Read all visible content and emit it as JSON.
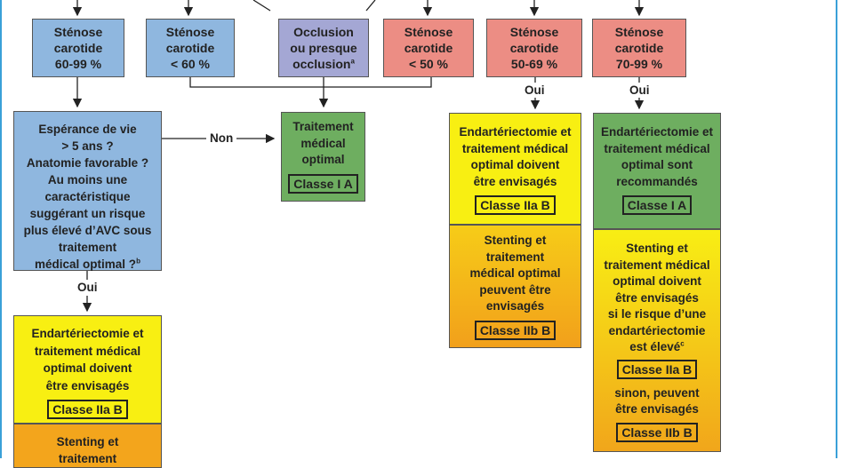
{
  "boxes": {
    "stenose_60_99": "Sténose\ncarotide\n60-99 %",
    "stenose_lt60": "Sténose\ncarotide\n< 60 %",
    "occlusion": "Occlusion\nou presque\nocclusion",
    "occlusion_sup": "a",
    "stenose_lt50": "Sténose\ncarotide\n< 50 %",
    "stenose_50_69": "Sténose\ncarotide\n50-69 %",
    "stenose_70_99": "Sténose\ncarotide\n70-99 %",
    "esperance": "Espérance de vie\n> 5 ans ?\nAnatomie favorable ?\nAu moins une\ncaractéristique\nsuggérant un risque\nplus élevé d’AVC sous\ntraitement\nmédical optimal ?",
    "esperance_sup": "b",
    "traitement_medical": "Traitement\nmédical\noptimal",
    "traitement_classe": "Classe I A",
    "endart_left": "Endartériectomie et\ntraitement médical\noptimal doivent\nêtre envisagés",
    "endart_left_classe": "Classe IIa B",
    "stenting_left": "Stenting et\ntraitement",
    "endart_mid": "Endartériectomie et\ntraitement médical\noptimal doivent\nêtre envisagés",
    "endart_mid_classe": "Classe IIa B",
    "stenting_mid": "Stenting et\ntraitement\nmédical optimal\npeuvent être\nenvisagés",
    "stenting_mid_classe": "Classe IIb B",
    "endart_right": "Endartériectomie et\ntraitement médical\noptimal sont\nrecommandés",
    "endart_right_classe": "Classe I A",
    "stenting_right": "Stenting et\ntraitement médical\noptimal doivent\nêtre envisagés\nsi le risque d’une\nendartériectomie\nest élevé",
    "stenting_right_sup": "c",
    "stenting_right_classe": "Classe IIa B",
    "sinon": "sinon, peuvent\nêtre envisagés",
    "sinon_classe": "Classe IIb B"
  },
  "labels": {
    "non": "Non",
    "oui_left": "Oui",
    "oui_mid": "Oui",
    "oui_right": "Oui"
  },
  "colors": {
    "blue": "#8fb7df",
    "salmon": "#ec8d84",
    "lavender": "#a4a7d4",
    "green": "#6eae60",
    "yellow": "#f8ef12",
    "orange": "#f3a51c",
    "frame": "#3aa0d8"
  }
}
